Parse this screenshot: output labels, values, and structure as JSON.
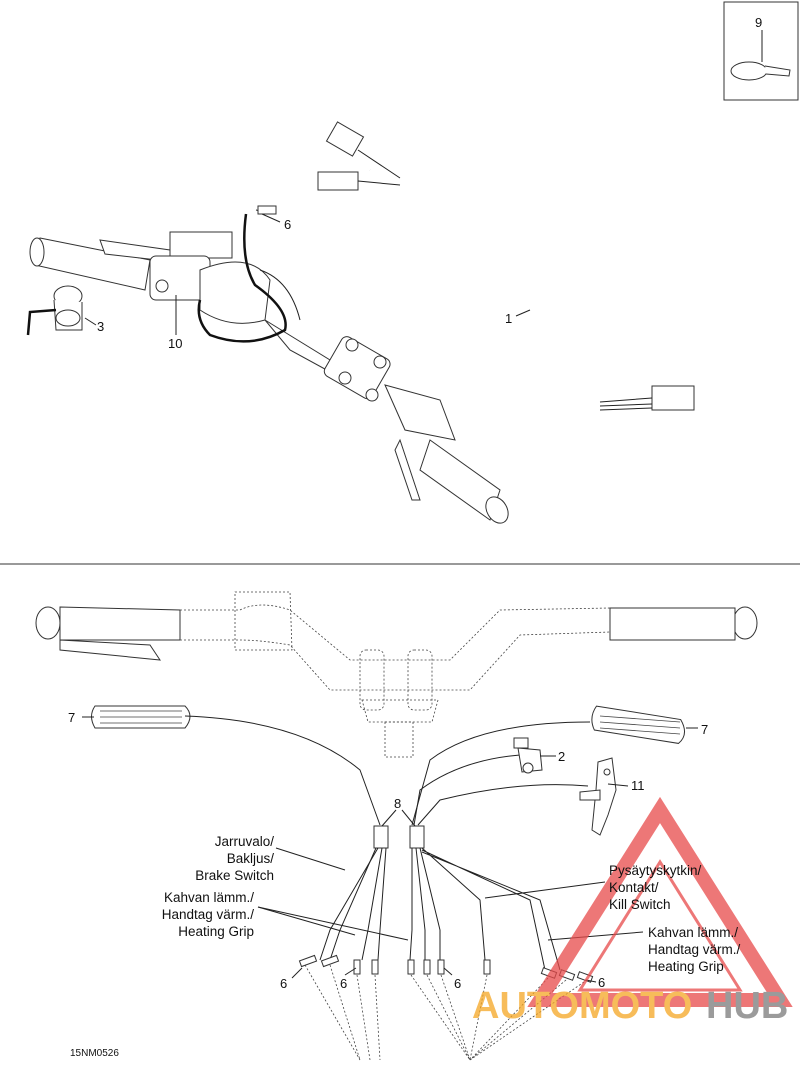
{
  "callouts": {
    "c1": "1",
    "c2": "2",
    "c3": "3",
    "c6a": "6",
    "c6b": "6",
    "c6c": "6",
    "c6d": "6",
    "c6e": "6",
    "c7a": "7",
    "c7b": "7",
    "c8": "8",
    "c9": "9",
    "c10": "10",
    "c11": "11"
  },
  "labels": {
    "brake": [
      "Jarruvalo/",
      "Bakljus/",
      "Brake Switch"
    ],
    "heat_left": [
      "Kahvan lämm./",
      "Handtag värm./",
      "Heating Grip"
    ],
    "kill": [
      "Pysäytyskytkin/",
      "Kontakt/",
      "Kill Switch"
    ],
    "heat_right": [
      "Kahvan lämm./",
      "Handtag värm./",
      "Heating Grip"
    ]
  },
  "diagram_code": "15NM0526",
  "watermark": {
    "part1": "AUTOMOTO",
    "part2": "HUB",
    "color1": "#f5a623",
    "color2": "#7a7a7a",
    "triangle_color": "#e84a4a"
  }
}
